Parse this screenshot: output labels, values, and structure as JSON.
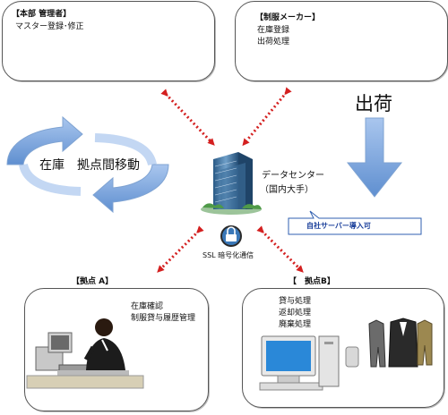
{
  "hq": {
    "title": "【本部 管理者】",
    "line1": "マスター登録･修正"
  },
  "maker": {
    "title": "【制服メーカー】",
    "line1": "在庫登録",
    "line2": "出荷処理"
  },
  "shipping": {
    "label": "出荷"
  },
  "movement": {
    "label": "在庫　拠点間移動"
  },
  "datacenter": {
    "label1": "データセンター",
    "label2": "（国内大手）"
  },
  "server_note": {
    "label": "自社サーバー導入可"
  },
  "ssl": {
    "label": "SSL 暗号化通信"
  },
  "base_a": {
    "title": "【拠点 A】",
    "line1": "在庫確認",
    "line2": "制服貸与履歴管理"
  },
  "base_b": {
    "title": "【　拠点B】",
    "line1": "貸与処理",
    "line2": "返却処理",
    "line3": "廃棄処理"
  },
  "colors": {
    "arrow_red": "#d42020",
    "arrow_blue": "#6f9fd8",
    "note_border": "#2f5fb0",
    "note_text": "#1a3f9a"
  },
  "icons": [
    "office-worker-icon",
    "cardboard-boxes-icon",
    "shipping-arrow-icon",
    "circular-arrows-icon",
    "building-icon",
    "padlock-icon",
    "call-center-worker-icon",
    "desktop-computer-icon",
    "uniforms-icon"
  ]
}
